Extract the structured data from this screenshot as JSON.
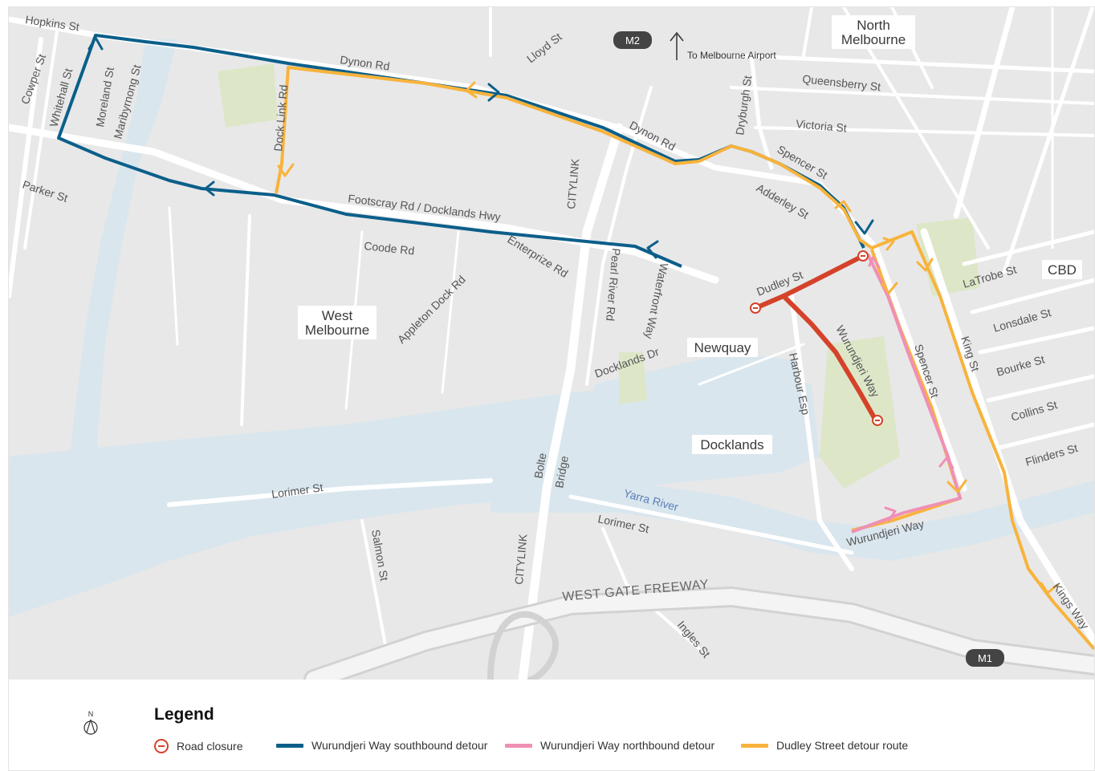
{
  "map": {
    "labels": {
      "hopkins": "Hopkins St",
      "cowper": "Cowper St",
      "whitehall": "Whitehall St",
      "moreland": "Moreland St",
      "maribyrnong": "Maribyrnong St",
      "parker": "Parker St",
      "dynon1": "Dynon Rd",
      "dynon2": "Dynon Rd",
      "lloyd": "Lloyd St",
      "docklink": "Dock Link Rd",
      "footscray": "Footscray Rd / Docklands Hwy",
      "coode": "Coode Rd",
      "enterprize": "Enterprize Rd",
      "appleton": "Appleton Dock Rd",
      "citylink1": "CITYLINK",
      "citylink2": "CITYLINK",
      "pearl": "Pearl River Rd",
      "waterfront": "Waterfront Way",
      "docklandsdr": "Docklands Dr",
      "dryburgh": "Dryburgh St",
      "queensberry": "Queensberry St",
      "victoria": "Victoria St",
      "spencer1": "Spencer St",
      "spencer2": "Spencer St",
      "adderley": "Adderley St",
      "dudley": "Dudley St",
      "wurundjeri1": "Wurundjeri Way",
      "wurundjeri2": "Wurundjeri Way",
      "harbour": "Harbour Esp",
      "king": "King St",
      "latrobe": "LaTrobe St",
      "lonsdale": "Lonsdale St",
      "bourke": "Bourke St",
      "collins": "Collins St",
      "flinders": "Flinders St",
      "kings": "Kings Way",
      "bolte1": "Bolte",
      "bolte2": "Bridge",
      "yarra": "Yarra River",
      "lorimer1": "Lorimer St",
      "lorimer2": "Lorimer St",
      "salmon": "Salmon St",
      "westgate": "WEST GATE FREEWAY",
      "ingles": "Ingles St",
      "airport": "To Melbourne Airport"
    },
    "shields": {
      "m2": "M2",
      "m1": "M1"
    },
    "suburbs": {
      "north_1": "North",
      "north_2": "Melbourne",
      "west_1": "West",
      "west_2": "Melbourne",
      "newquay": "Newquay",
      "docklands": "Docklands",
      "cbd": "CBD"
    },
    "compass_letter": "N"
  },
  "legend": {
    "title": "Legend",
    "items": [
      {
        "label": "Road closure",
        "type": "closure",
        "color": "#d5422a"
      },
      {
        "label": "Wurundjeri Way southbound detour",
        "type": "line",
        "color": "#0b5f8a"
      },
      {
        "label": "Wurundjeri Way northbound detour",
        "type": "line",
        "color": "#f08fb6"
      },
      {
        "label": "Dudley Street detour route",
        "type": "line",
        "color": "#f8b33c"
      }
    ]
  },
  "colors": {
    "land": "#e8e8e8",
    "water": "#d9e6ee",
    "park": "#dde7c8",
    "road": "#ffffff",
    "closure": "#d5422a",
    "southbound": "#0b5f8a",
    "northbound": "#f08fb6",
    "dudley_detour": "#f8b33c"
  }
}
